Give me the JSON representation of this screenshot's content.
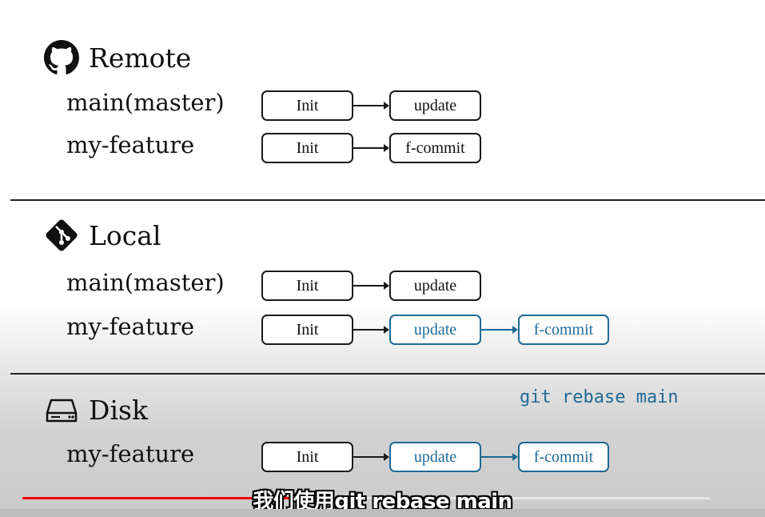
{
  "sections": {
    "remote": {
      "title": "Remote",
      "icon": "github-icon",
      "branches": [
        {
          "label": "main(master)",
          "commits": [
            "Init",
            "update"
          ]
        },
        {
          "label": "my-feature",
          "commits": [
            "Init",
            "f-commit"
          ]
        }
      ]
    },
    "local": {
      "title": "Local",
      "icon": "git-icon",
      "branches": [
        {
          "label": "main(master)",
          "commits": [
            "Init",
            "update"
          ]
        },
        {
          "label": "my-feature",
          "commits": [
            "Init",
            "update",
            "f-commit"
          ]
        }
      ]
    },
    "disk": {
      "title": "Disk",
      "icon": "hard-drive-icon",
      "command": "git rebase main",
      "branches": [
        {
          "label": "my-feature",
          "commits": [
            "Init",
            "update",
            "f-commit"
          ]
        }
      ]
    }
  },
  "colors": {
    "rebased_commit": "#1f6a95",
    "progress": "#ee0000"
  },
  "video": {
    "subtitle": "我们使用git rebase main",
    "progress": 0.45
  }
}
